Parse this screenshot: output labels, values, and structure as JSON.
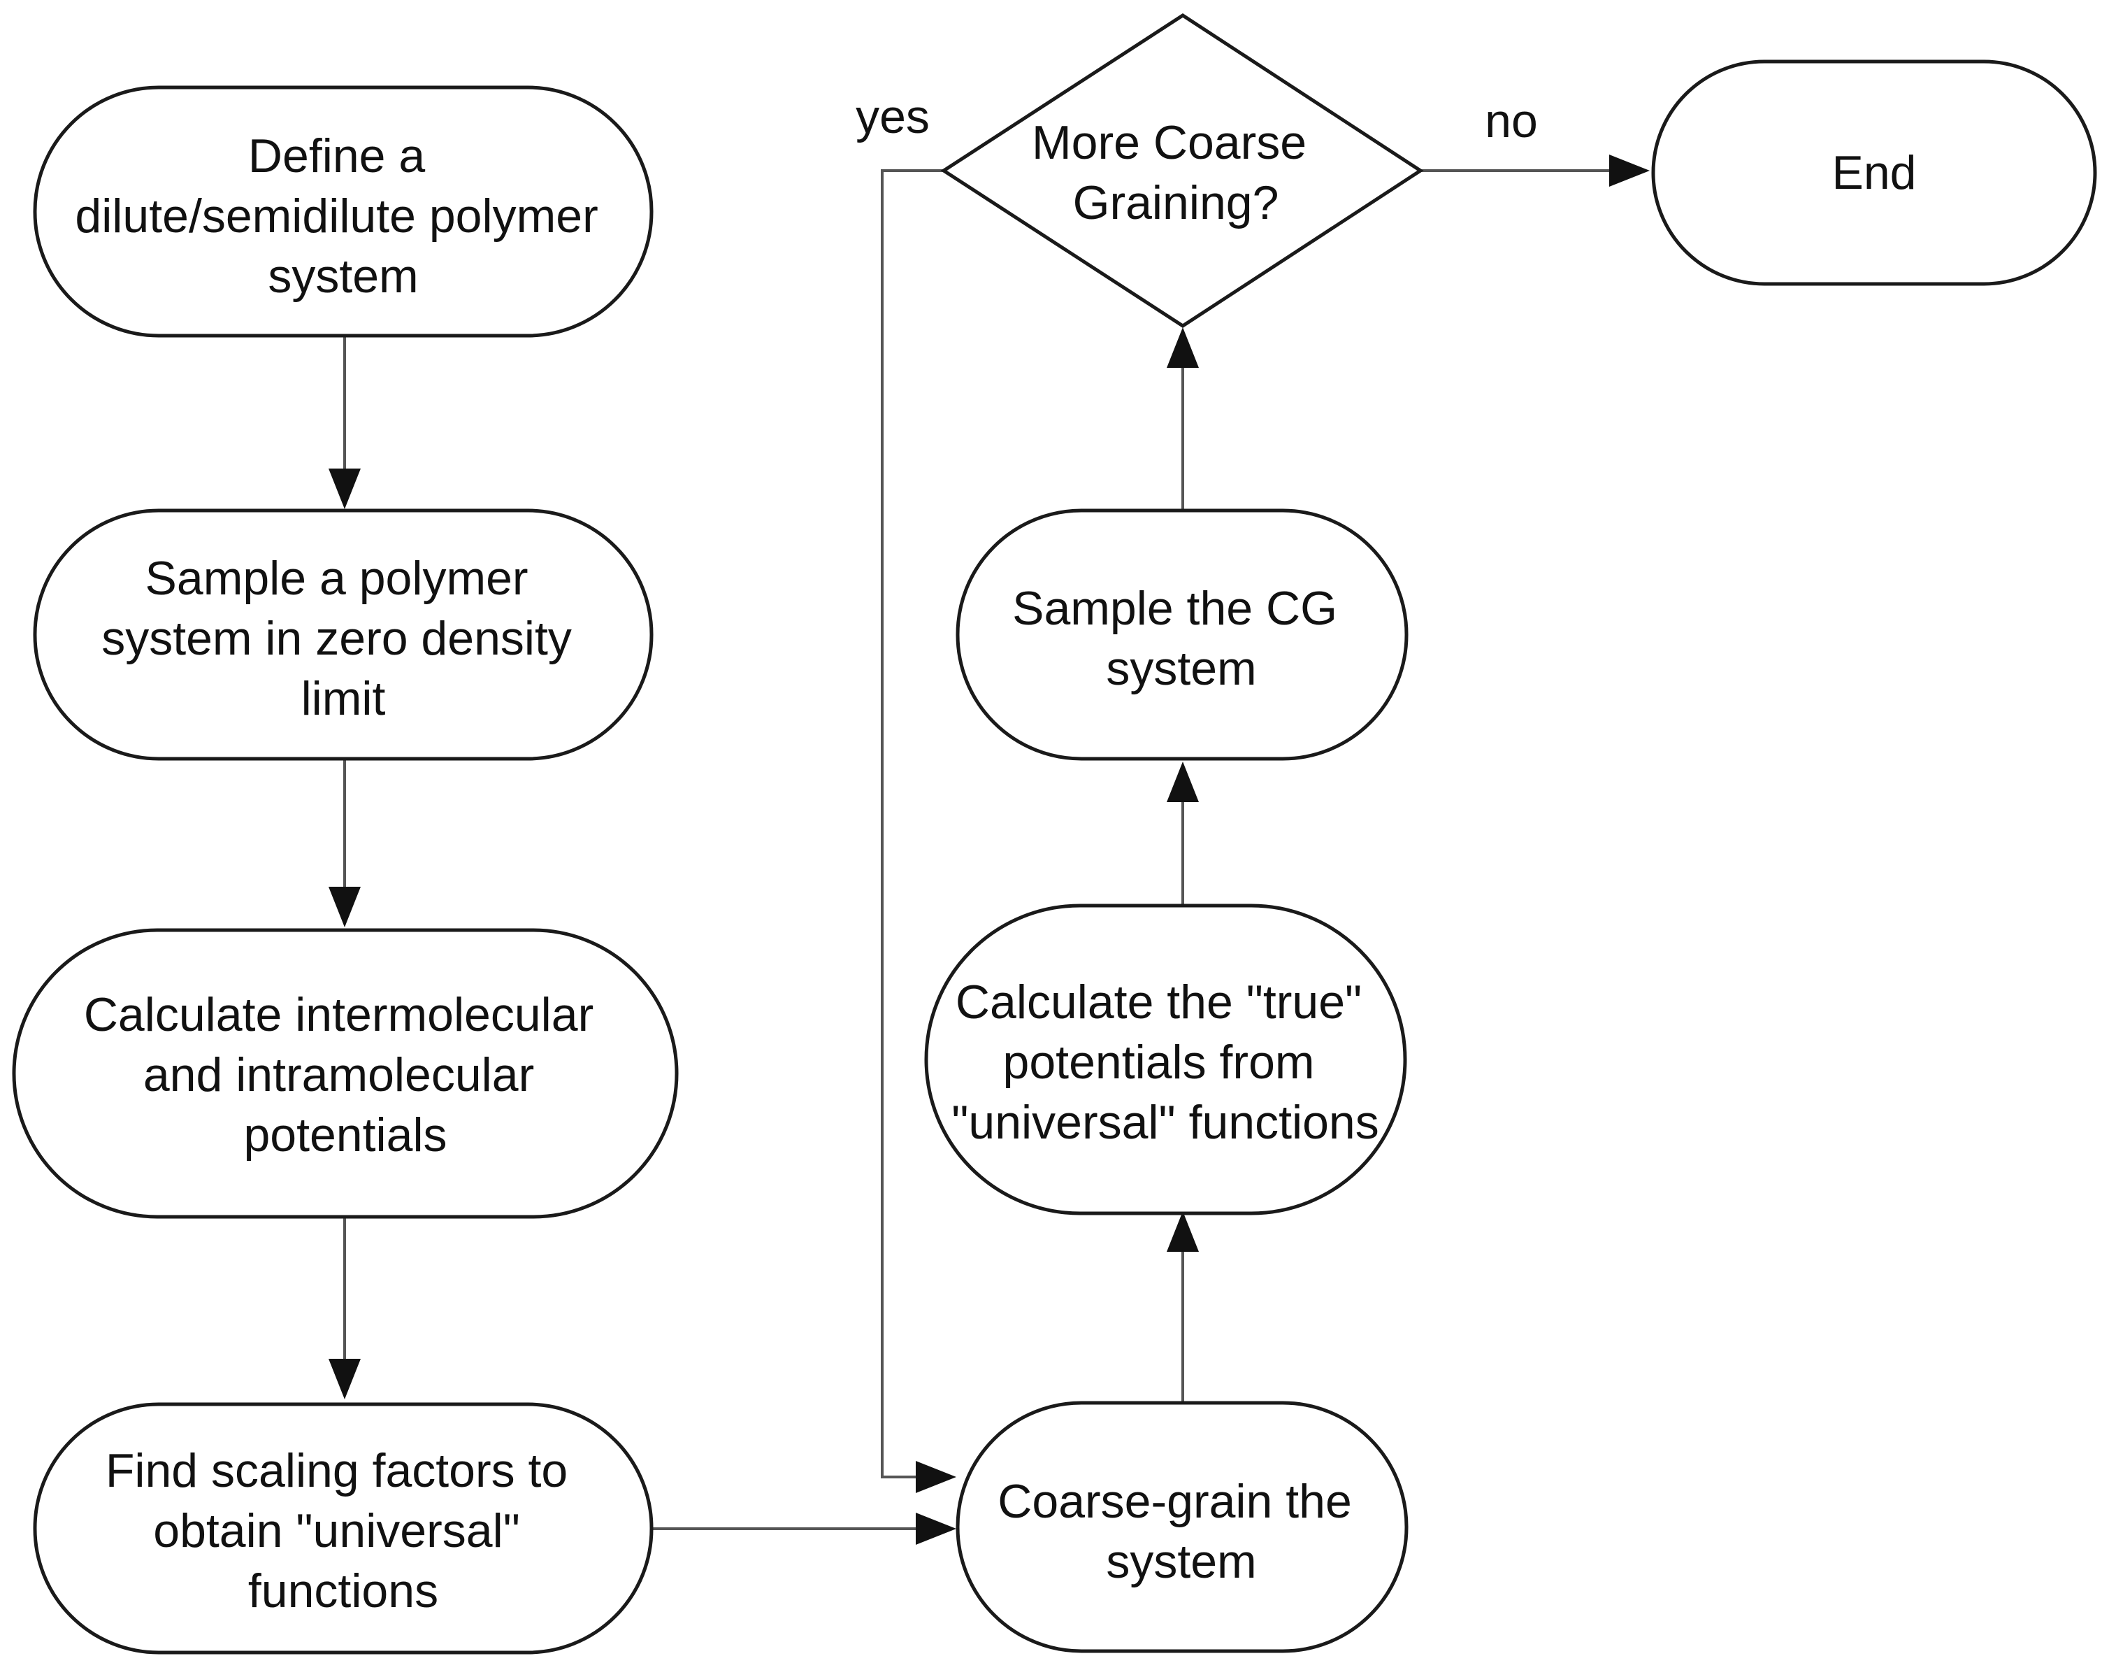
{
  "nodes": {
    "define": {
      "lines": [
        "Define a",
        "dilute/semidilute polymer",
        "system"
      ]
    },
    "sample_zero": {
      "lines": [
        "Sample a polymer",
        "system in zero density",
        "limit"
      ]
    },
    "calc_potentials": {
      "lines": [
        "Calculate intermolecular",
        "and intramolecular",
        "potentials"
      ]
    },
    "find_scaling": {
      "lines": [
        "Find scaling factors to",
        "obtain \"universal\"",
        "functions"
      ]
    },
    "coarse_grain": {
      "lines": [
        "Coarse-grain the",
        "system"
      ]
    },
    "calc_true": {
      "lines": [
        "Calculate the \"true\"",
        "potentials from",
        "\"universal\" functions"
      ]
    },
    "sample_cg": {
      "lines": [
        "Sample the CG",
        "system"
      ]
    },
    "decision": {
      "lines": [
        "More Coarse",
        "Graining?"
      ]
    },
    "end": {
      "lines": [
        "End"
      ]
    }
  },
  "edge_labels": {
    "yes": "yes",
    "no": "no"
  }
}
